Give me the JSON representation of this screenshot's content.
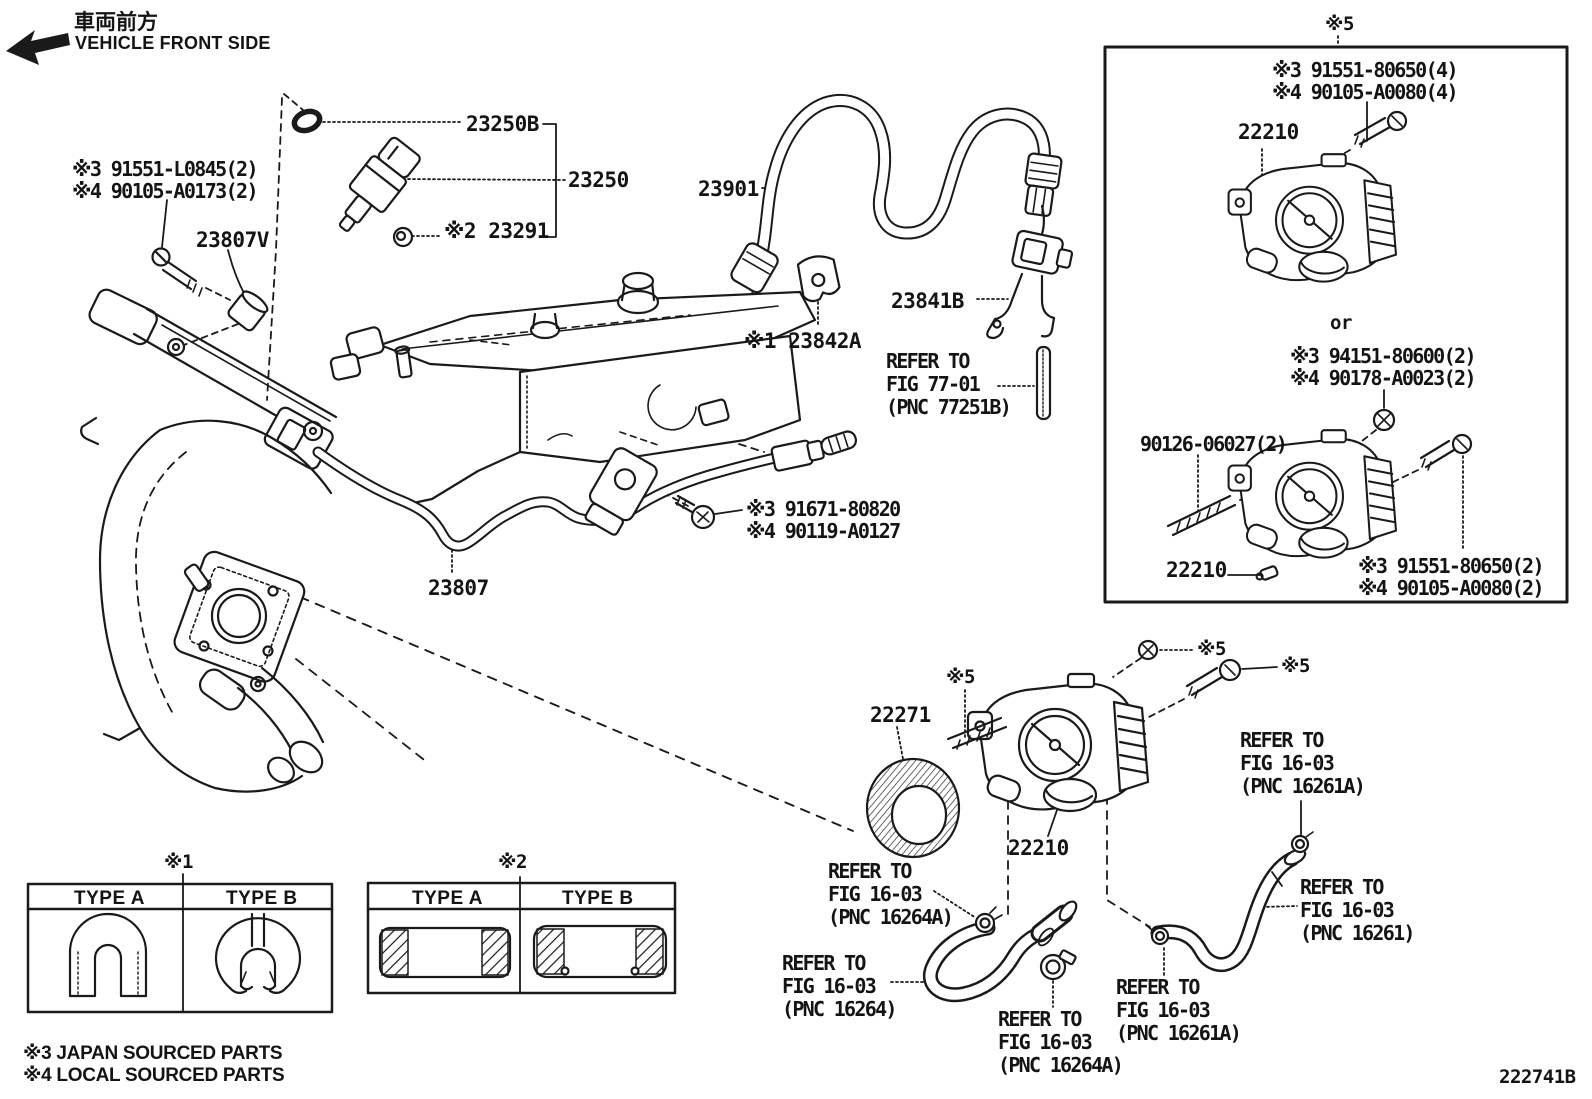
{
  "header": {
    "jp": "車両前方",
    "en": "VEHICLE FRONT SIDE"
  },
  "callouts": {
    "c23250b": "23250B",
    "c23250": "23250",
    "c23291": "※2 23291",
    "c23901": "23901",
    "c23807v": "23807V",
    "c23807": "23807",
    "c23841b": "23841B",
    "c23842a": "※1 23842A",
    "c22271": "22271",
    "c22210_top": "22210",
    "c22210_low": "22210",
    "c22210_mid": "22210",
    "or_word": "or",
    "star5_box": "※5",
    "star5_left": "※5",
    "star5_top": "※5",
    "star5_right": "※5",
    "star1": "※1",
    "star2": "※2"
  },
  "notes": {
    "l0845": "※3 91551-L0845(2)",
    "a0173": "※4 90105-A0173(2)",
    "n91671": "※3 91671-80820",
    "n90119": "※4 90119-A0127",
    "n80650_4": "※3 91551-80650(4)",
    "na0080_4": "※4 90105-A0080(4)",
    "n94151": "※3 94151-80600(2)",
    "n90178": "※4 90178-A0023(2)",
    "n90126": "90126-06027(2)",
    "n80650_2": "※3 91551-80650(2)",
    "na0080_2": "※4 90105-A0080(2)"
  },
  "refs": {
    "fig7701": [
      "REFER TO",
      "FIG 77-01",
      "(PNC 77251B)"
    ],
    "r16261a_right": [
      "REFER TO",
      "FIG 16-03",
      "(PNC 16261A)"
    ],
    "r16264a_top": [
      "REFER TO",
      "FIG 16-03",
      "(PNC 16264A)"
    ],
    "r16264": [
      "REFER TO",
      "FIG 16-03",
      "(PNC 16264)"
    ],
    "r16264a_bottom": [
      "REFER TO",
      "FIG 16-03",
      "(PNC 16264A)"
    ],
    "r16261a_bottom": [
      "REFER TO",
      "FIG 16-03",
      "(PNC 16261A)"
    ],
    "r16261": [
      "REFER TO",
      "FIG 16-03",
      "(PNC 16261)"
    ]
  },
  "legend": {
    "type_a": "TYPE A",
    "type_b": "TYPE B"
  },
  "footnotes": {
    "n3": "※3 JAPAN SOURCED PARTS",
    "n4": "※4 LOCAL SOURCED PARTS"
  },
  "doc_number": "222741B",
  "colors": {
    "ink": "#1a1a1a",
    "bg": "#ffffff"
  }
}
